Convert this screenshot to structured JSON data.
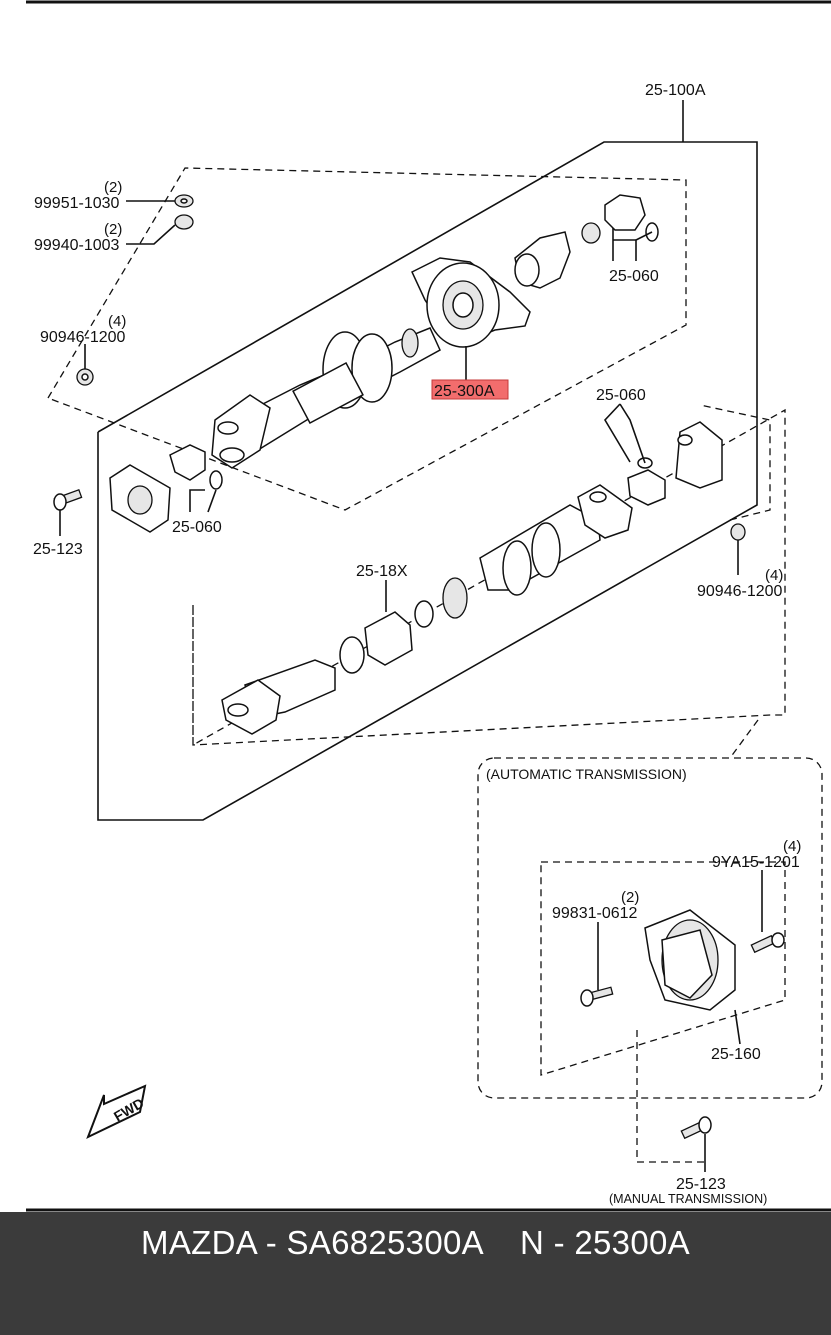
{
  "diagram": {
    "assembly_label": "25-100A",
    "highlighted_label": "25-300A",
    "highlight_color": "#f26d6d",
    "callouts": {
      "nut_99951": {
        "qty": "(2)",
        "part": "99951-1030"
      },
      "washer_99940": {
        "qty": "(2)",
        "part": "99940-1003"
      },
      "nut_90946_top": {
        "qty": "(4)",
        "part": "90946-1200"
      },
      "joint_top_right": {
        "part": "25-060"
      },
      "joint_mid_right": {
        "part": "25-060"
      },
      "joint_left": {
        "part": "25-060"
      },
      "bolt_left": {
        "part": "25-123"
      },
      "shaft_rear": {
        "part": "25-18X"
      },
      "nut_90946_right": {
        "qty": "(4)",
        "part": "90946-1200"
      },
      "bolt_9ya15": {
        "qty": "(4)",
        "part": "9YA15-1201"
      },
      "bolt_99831": {
        "qty": "(2)",
        "part": "99831-0612"
      },
      "damper": {
        "part": "25-160"
      },
      "bolt_manual": {
        "part": "25-123"
      }
    },
    "auto_transmission_note": "(AUTOMATIC TRANSMISSION)",
    "manual_transmission_note": "(MANUAL TRANSMISSION)",
    "fwd_label": "FWD"
  },
  "footer": {
    "title": "MAZDA - SA6825300A    N - 25300A",
    "background": "#3b3b3b"
  }
}
